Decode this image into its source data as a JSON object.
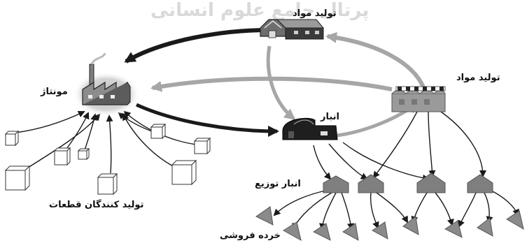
{
  "watermark": "پرتال جامع علوم انسانی",
  "labels": {
    "production_top": "تولید مواد",
    "production_right": "تولید مواد",
    "assembly": "مونتاژ",
    "warehouse": "انبار",
    "distribution_warehouse": "انبار توزیع",
    "retail": "خرده فروشی",
    "parts_producers": "تولید کنندگان قطعات"
  },
  "colors": {
    "dark_arrow": "#1a1a1a",
    "light_arrow": "#a6a6a6",
    "building": "#7f7f7f",
    "building_dark": "#2b2b2b",
    "box_fill": "#ffffff",
    "box_stroke": "#333333",
    "glow": "#c8c8c8"
  }
}
